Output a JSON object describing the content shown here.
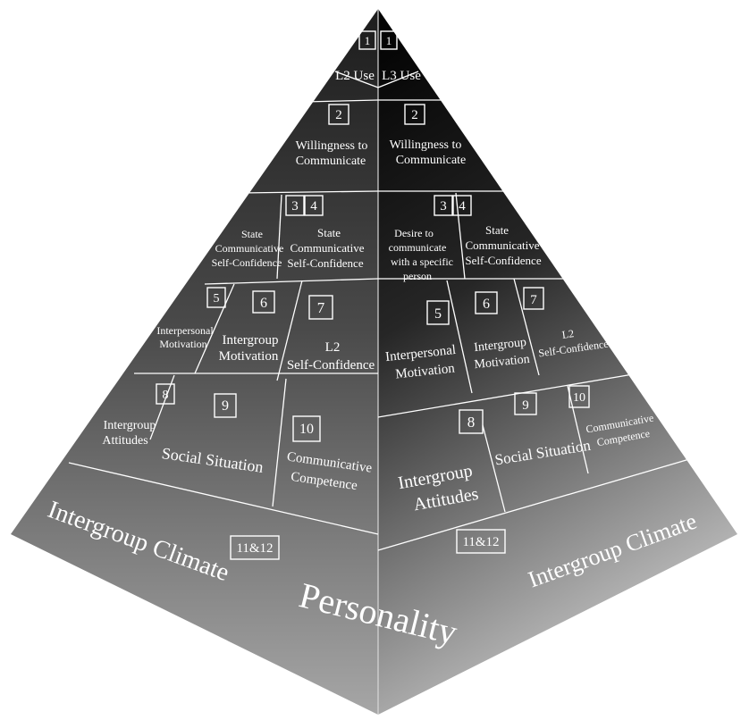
{
  "left_face": {
    "tier1": {
      "num": "1",
      "label": "L2 Use"
    },
    "tier2": {
      "num": "2",
      "line1": "Willingness to",
      "line2": "Communicate"
    },
    "tier3a": {
      "num": "3",
      "line1": "State",
      "line2": "Communicative",
      "line3": "Self-Confidence"
    },
    "tier3b": {
      "num": "4",
      "line1": "State",
      "line2": "Communicative",
      "line3": "Self-Confidence"
    },
    "tier4a": {
      "num": "5",
      "line1": "Interpersonal",
      "line2": "Motivation"
    },
    "tier4b": {
      "num": "6",
      "line1": "Intergroup",
      "line2": "Motivation"
    },
    "tier4c": {
      "num": "7",
      "line1": "L2",
      "line2": "Self-Confidence"
    },
    "tier5a": {
      "num": "8",
      "line1": "Intergroup",
      "line2": "Attitudes"
    },
    "tier5b": {
      "num": "9",
      "label": "Social Situation"
    },
    "tier5c": {
      "num": "10",
      "line1": "Communicative",
      "line2": "Competence"
    },
    "tier6": {
      "num": "11&12",
      "label": "Intergroup Climate"
    }
  },
  "right_face": {
    "tier1": {
      "num": "1",
      "label": "L3 Use"
    },
    "tier2": {
      "num": "2",
      "line1": "Willingness to",
      "line2": "Communicate"
    },
    "tier3a": {
      "num": "3",
      "line1": "Desire to",
      "line2": "communicate",
      "line3": "with a specific",
      "line4": "person"
    },
    "tier3b": {
      "num": "4",
      "line1": "State",
      "line2": "Communicative",
      "line3": "Self-Confidence"
    },
    "tier4a": {
      "num": "5",
      "line1": "Interpersonal",
      "line2": "Motivation"
    },
    "tier4b": {
      "num": "6",
      "line1": "Intergroup",
      "line2": "Motivation"
    },
    "tier4c": {
      "num": "7",
      "line1": "L2",
      "line2": "Self-Confidence"
    },
    "tier5a": {
      "num": "8",
      "line1": "Intergroup",
      "line2": "Attitudes"
    },
    "tier5b": {
      "num": "9",
      "label": "Social Situation"
    },
    "tier5c": {
      "num": "10",
      "line1": "Communicative",
      "line2": "Competence"
    },
    "tier6": {
      "num": "11&12",
      "label": "Intergroup Climate"
    }
  },
  "base_label": "Personality",
  "colors": {
    "left_top": "#1c1c1c",
    "left_bottom": "#a8a8a8",
    "right_top": "#050505",
    "right_bottom": "#dcdcdc",
    "lines": "#ffffff"
  }
}
